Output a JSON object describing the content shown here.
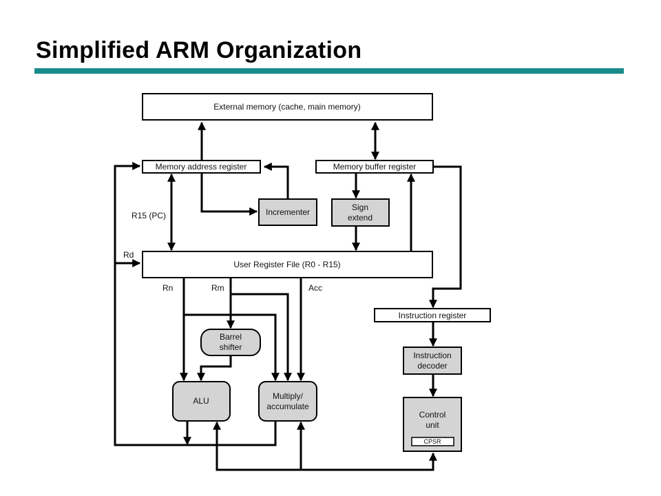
{
  "slide": {
    "title": "Simplified ARM Organization",
    "accent_color": "#1a8a8a"
  },
  "diagram": {
    "blocks": {
      "external_memory": "External memory (cache, main memory)",
      "mar": "Memory address register",
      "mbr": "Memory buffer register",
      "incrementer": "Incrementer",
      "sign_extend_1": "Sign",
      "sign_extend_2": "extend",
      "register_file": "User Register File (R0 - R15)",
      "instruction_register": "Instruction register",
      "instruction_decoder_1": "Instruction",
      "instruction_decoder_2": "decoder",
      "barrel_shifter_1": "Barrel",
      "barrel_shifter_2": "shifter",
      "alu": "ALU",
      "mac_1": "Multiply/",
      "mac_2": "accumulate",
      "control_unit_1": "Control",
      "control_unit_2": "unit",
      "cpsr": "CPSR"
    },
    "labels": {
      "r15_pc": "R15 (PC)",
      "rd": "Rd",
      "rn": "Rn",
      "rm": "Rm",
      "acc": "Acc"
    }
  }
}
